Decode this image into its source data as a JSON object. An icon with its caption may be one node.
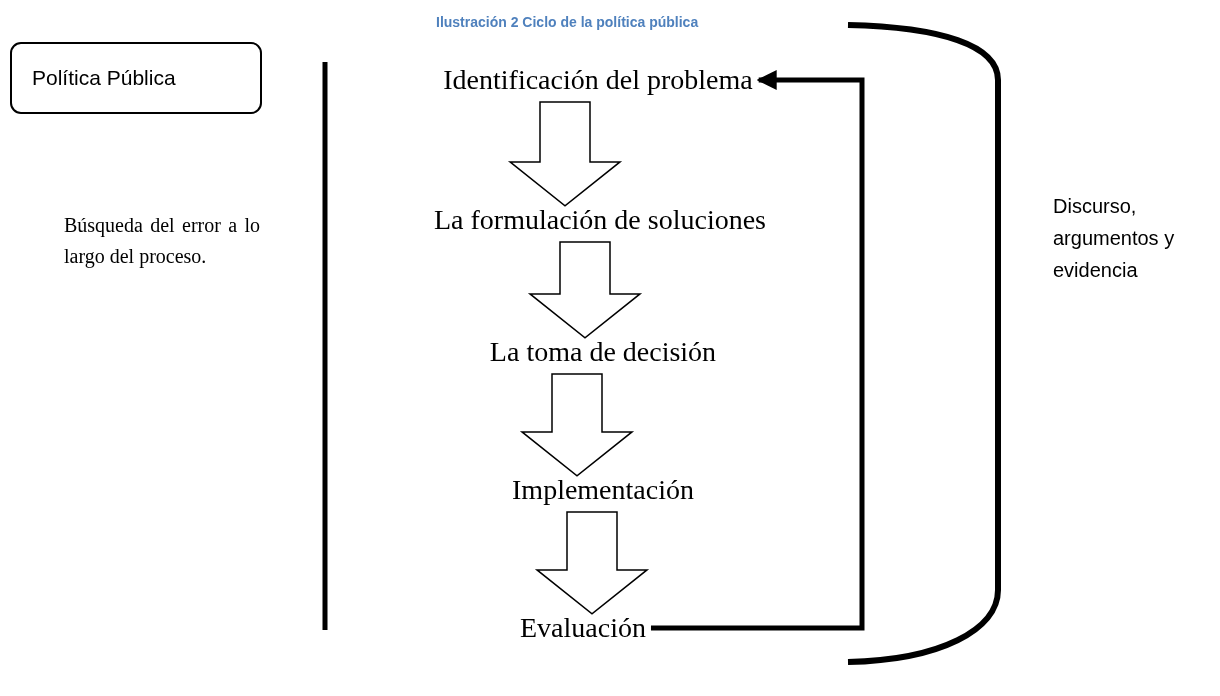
{
  "diagram": {
    "title": "Ilustración 2 Ciclo de la política pública",
    "nodes": [
      {
        "text": [
          "Política Pública"
        ]
      },
      {
        "text": [
          "Identificación del problema"
        ]
      },
      {
        "text": [
          "La formulación de soluciones"
        ]
      },
      {
        "text": [
          "La toma de decisión"
        ]
      },
      {
        "text": [
          "Implementación"
        ]
      },
      {
        "text": [
          "Evaluación"
        ]
      }
    ],
    "edges": [
      {
        "from": 1,
        "to": 2,
        "arrow": "to",
        "style": "thick"
      },
      {
        "from": 2,
        "to": 3,
        "arrow": "to",
        "style": "thick"
      },
      {
        "from": 3,
        "to": 4,
        "arrow": "to",
        "style": "thick"
      },
      {
        "from": 4,
        "to": 5,
        "arrow": "to",
        "style": "thick"
      },
      {
        "from": 5,
        "to": 1,
        "arrow": "to"
      }
    ],
    "labels": [
      "Búsqueda del error a lo largo del proceso.",
      "Discurso, argumentos y evidencia"
    ]
  }
}
